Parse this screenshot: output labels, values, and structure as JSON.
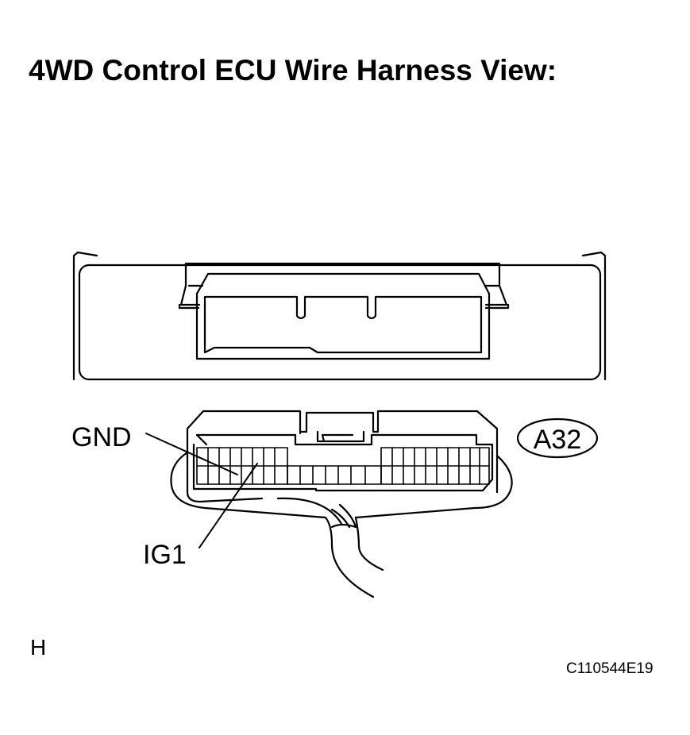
{
  "title": "4WD Control ECU Wire Harness View:",
  "connector_code": "A32",
  "pins": {
    "gnd": "GND",
    "ig1": "IG1"
  },
  "footer": {
    "left": "H",
    "right": "C110544E19"
  }
}
